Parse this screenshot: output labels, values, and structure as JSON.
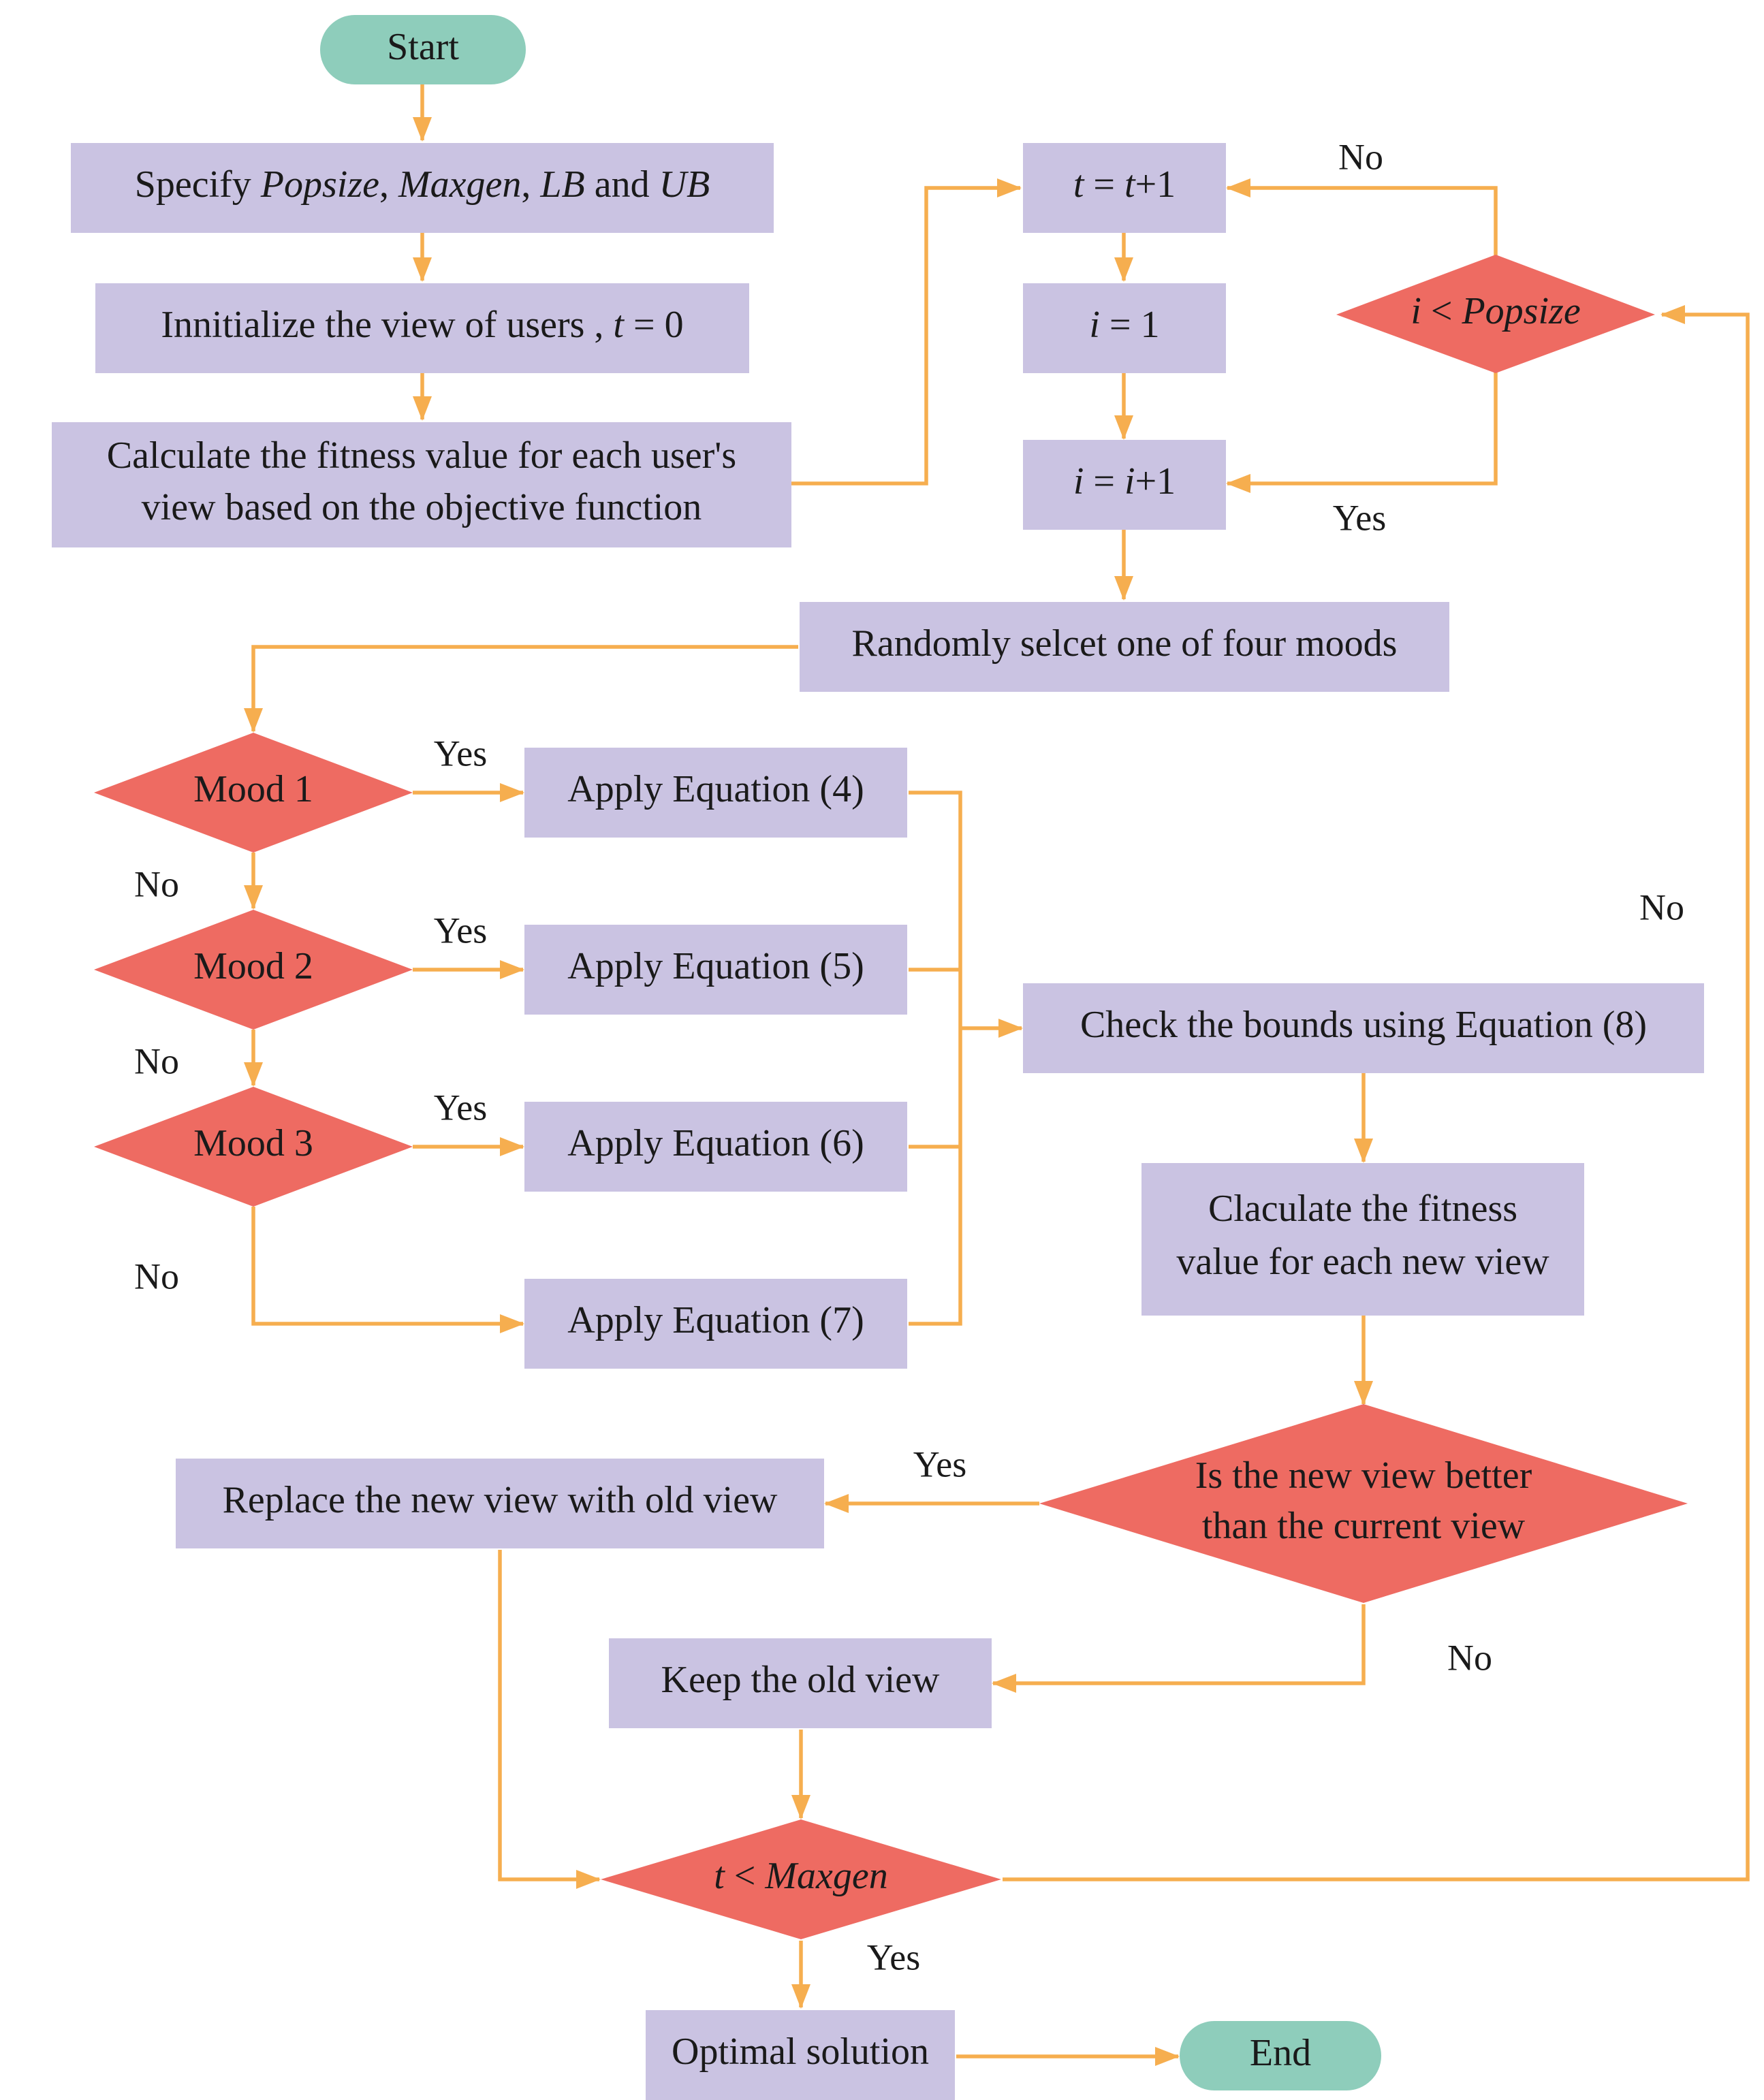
{
  "colors": {
    "process_fill": "#CAC3E2",
    "decision_fill": "#EE6B62",
    "terminal_fill": "#8ECDBB",
    "connector": "#F6AE4F",
    "text": "#1a1a1a"
  },
  "nodes": {
    "start": "Start",
    "specify": {
      "pre": "Specify ",
      "popsize": "Popsize",
      "c1": ", ",
      "maxgen": "Maxgen",
      "c2": ", ",
      "lb": "LB",
      "and": " and ",
      "ub": "UB"
    },
    "init": {
      "text": "Innitialize the view of users , ",
      "t": "t",
      "eq": " = 0"
    },
    "calc": {
      "line1": "Calculate the fitness value for each user's",
      "line2": "view based on the objective function"
    },
    "t_inc": {
      "t1": "t",
      "eq": " = ",
      "t2": "t",
      "plus": "+1"
    },
    "i_one": {
      "i": "i",
      "eq": " = 1"
    },
    "i_inc": {
      "i1": "i",
      "eq": " = ",
      "i2": "i",
      "plus": "+1"
    },
    "cond_pop": {
      "i": "i",
      "lt": " < ",
      "pop": "Popsize"
    },
    "random": "Randomly selcet one of four moods",
    "mood1": "Mood 1",
    "mood2": "Mood 2",
    "mood3": "Mood 3",
    "eq4": "Apply Equation (4)",
    "eq5": "Apply Equation (5)",
    "eq6": "Apply Equation (6)",
    "eq7": "Apply Equation (7)",
    "bounds": "Check the bounds using Equation (8)",
    "fitness_new": {
      "line1": "Claculate the fitness",
      "line2": "value for each new view"
    },
    "better": {
      "line1": "Is the new view better",
      "line2": "than the current view"
    },
    "replace": "Replace the new view with old view",
    "keep": "Keep the old view",
    "cond_max": {
      "t": "t",
      "lt": " < ",
      "max": "Maxgen"
    },
    "optimal": "Optimal solution",
    "end": "End"
  },
  "labels": {
    "no_pop": "No",
    "yes_pop": "Yes",
    "yes_m1": "Yes",
    "no_m1": "No",
    "yes_m2": "Yes",
    "no_m2": "No",
    "yes_m3": "Yes",
    "no_m3": "No",
    "no_max": "No",
    "yes_better": "Yes",
    "no_better": "No",
    "yes_max": "Yes"
  }
}
